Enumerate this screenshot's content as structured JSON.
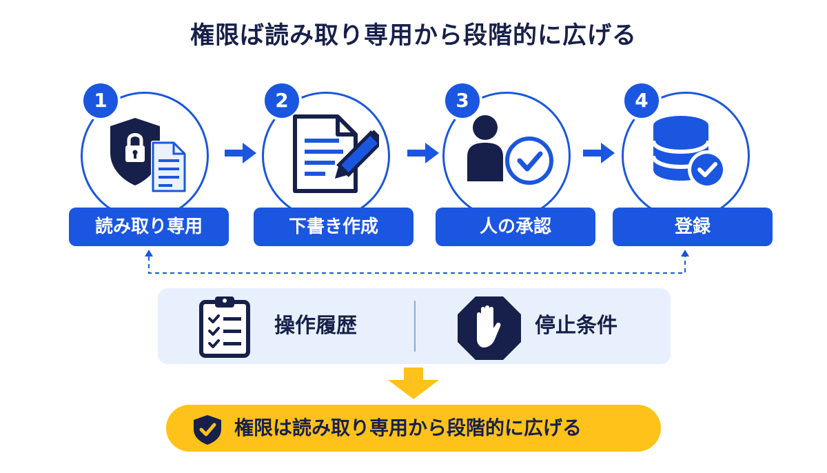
{
  "title": "権限ば読み取り専用から段階的に広げる",
  "steps": [
    {
      "number": "1",
      "label": "読み取り専用",
      "icon": "lock-shield-document-icon"
    },
    {
      "number": "2",
      "label": "下書き作成",
      "icon": "document-pencil-icon"
    },
    {
      "number": "3",
      "label": "人の承認",
      "icon": "person-check-icon"
    },
    {
      "number": "4",
      "label": "登録",
      "icon": "database-check-icon"
    }
  ],
  "safeguards": [
    {
      "label": "操作履歴",
      "icon": "checklist-clipboard-icon"
    },
    {
      "label": "停止条件",
      "icon": "stop-hand-icon"
    }
  ],
  "conclusion": {
    "text": "権限は読み取り専用から段階的に広げる",
    "icon": "shield-check-icon"
  },
  "colors": {
    "primary": "#1a56e0",
    "navy": "#17204a",
    "panel": "#e8f0fd",
    "banner": "#ffc21a"
  }
}
